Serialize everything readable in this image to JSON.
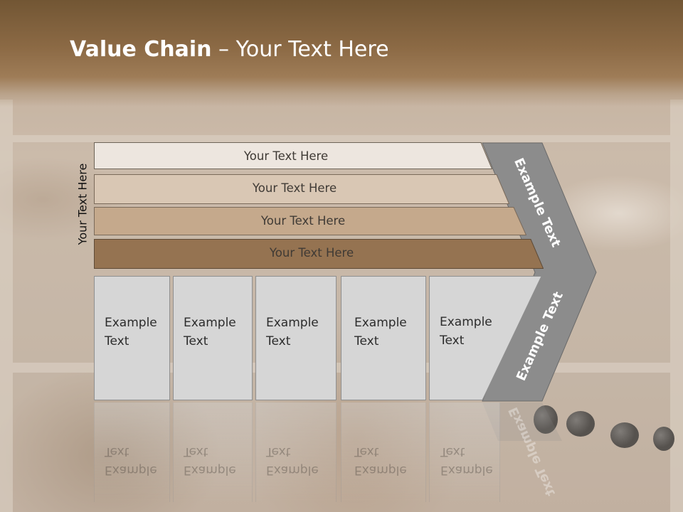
{
  "title": {
    "bold": "Value Chain",
    "regular": " – Your Text Here"
  },
  "side_label": "Your Text Here",
  "bars": [
    {
      "label": "Your Text Here",
      "fill": "#ede6df",
      "stroke": "#6e6458"
    },
    {
      "label": "Your Text Here",
      "fill": "#d9c7b4",
      "stroke": "#7a6a5a"
    },
    {
      "label": "Your Text Here",
      "fill": "#c5a98c",
      "stroke": "#7a6a5a"
    },
    {
      "label": "Your Text Here",
      "fill": "#957351",
      "stroke": "#5e4a36"
    }
  ],
  "boxes": [
    {
      "line1": "Example",
      "line2": "Text"
    },
    {
      "line1": "Example",
      "line2": "Text"
    },
    {
      "line1": "Example",
      "line2": "Text"
    },
    {
      "line1": "Example",
      "line2": "Text"
    },
    {
      "line1": "Example",
      "line2": "Text"
    }
  ],
  "chevron": {
    "top_label": "Example Text",
    "bottom_label": "Example Text",
    "fill": "#8c8c8c"
  }
}
